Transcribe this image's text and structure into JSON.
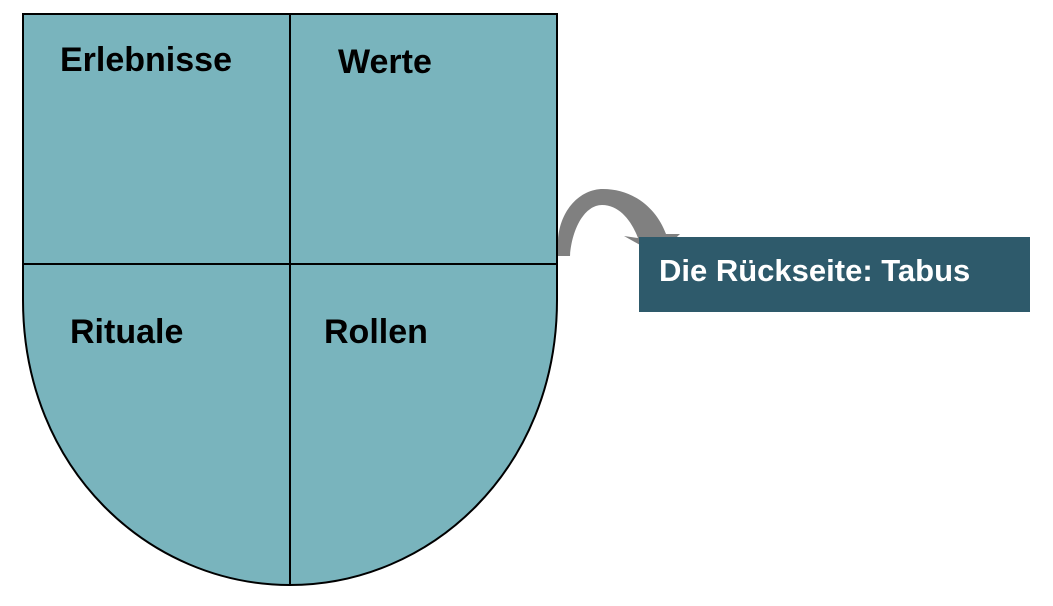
{
  "shield": {
    "fill": "#79b4bd",
    "stroke": "#000000",
    "quadrants": {
      "top_left": "Erlebnisse",
      "top_right": "Werte",
      "bottom_left": "Rituale",
      "bottom_right": "Rollen"
    }
  },
  "arrow": {
    "color": "#808080"
  },
  "backside": {
    "label": "Die Rückseite: Tabus",
    "fill": "#2e5a6b",
    "text_color": "#ffffff"
  }
}
